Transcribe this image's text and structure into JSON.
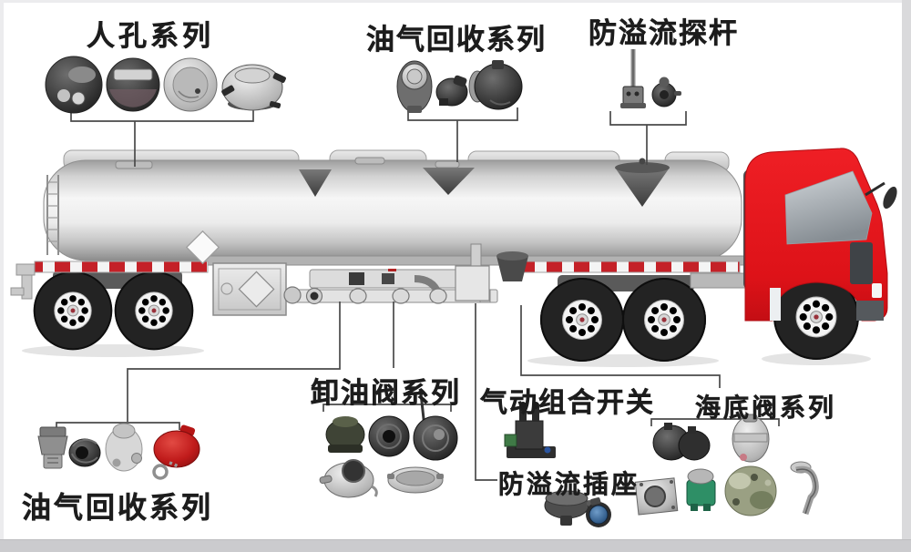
{
  "page": {
    "background": "#ffffff",
    "frame_color": "#cbcbce"
  },
  "illustration": {
    "type": "fuel-tanker-truck-parts-diagram",
    "truck": {
      "cab_color": "#e3151c",
      "tank_color": "#d9d9d9",
      "stripe_color": "#c42128",
      "connector_line_color": "#4a4a4a"
    },
    "groups": [
      {
        "id": "manhole-series",
        "label": "人孔系列",
        "position": "top-left",
        "parts_count": 4
      },
      {
        "id": "vapor-recovery-series-top",
        "label": "油气回收系列",
        "position": "top-center",
        "parts_count": 3
      },
      {
        "id": "overflow-probe-rod",
        "label": "防溢流探杆",
        "position": "top-right",
        "parts_count": 2
      },
      {
        "id": "unloading-valve-series",
        "label": "卸油阀系列",
        "position": "bottom-center-left",
        "parts_count": 5
      },
      {
        "id": "pneumatic-combo-switch",
        "label": "气动组合开关",
        "position": "bottom-center",
        "parts_count": 1
      },
      {
        "id": "overflow-socket",
        "label": "防溢流插座",
        "position": "bottom-center-low",
        "parts_count": 2
      },
      {
        "id": "bottom-valve-series",
        "label": "海底阀系列",
        "position": "bottom-right",
        "parts_count": 7
      },
      {
        "id": "vapor-recovery-series-bottom",
        "label": "油气回收系列",
        "position": "bottom-left",
        "parts_count": 4
      }
    ]
  }
}
